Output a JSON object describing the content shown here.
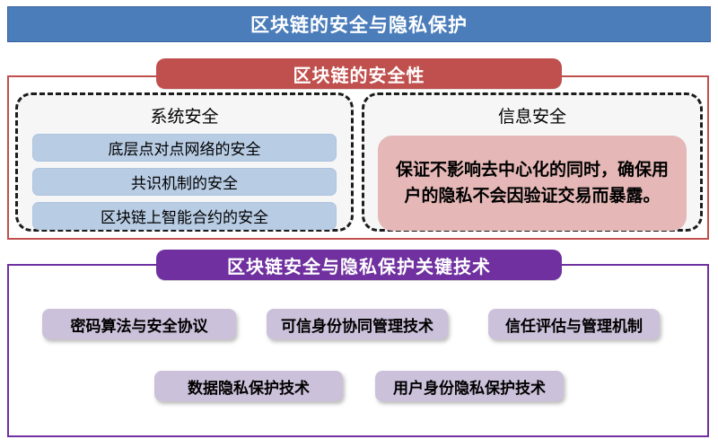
{
  "banner": {
    "title": "区块链的安全与隐私保护"
  },
  "security": {
    "header": "区块链的安全性",
    "system": {
      "title": "系统安全",
      "items": [
        "底层点对点网络的安全",
        "共识机制的安全",
        "区块链上智能合约的安全"
      ]
    },
    "info": {
      "title": "信息安全",
      "description": "保证不影响去中心化的同时，确保用户的隐私不会因验证交易而暴露。"
    }
  },
  "technology": {
    "header": "区块链安全与隐私保护关键技术",
    "items": [
      "密码算法与安全协议",
      "可信身份协同管理技术",
      "信任评估与管理机制",
      "数据隐私保护技术",
      "用户身份隐私保护技术"
    ]
  },
  "colors": {
    "banner_blue": "#4A7DBA",
    "security_red": "#C0504D",
    "system_bar_blue": "#B8CCE4",
    "info_pink": "#E5B8B7",
    "tech_purple": "#7030A0",
    "tech_chip_lavender": "#CCC1DA"
  }
}
